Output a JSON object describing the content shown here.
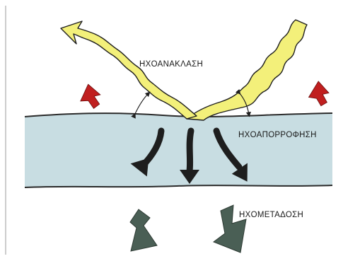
{
  "labels": {
    "reflection": "ΗΧΟΑΝΑΚΛΑΣΗ",
    "absorption": "ΗΧΟΑΠΟΡΡΟΦΗΣΗ",
    "transmission": "ΗΧΟΜΕΤΑΔΟΣΗ"
  },
  "colors": {
    "wave_fill": "#f3f07a",
    "wave_stroke": "#1f1f1f",
    "material": "#c8dde2",
    "material_edge": "#2a2a2a",
    "reflection_arrows": "#c01f1f",
    "absorption_arrows": "#1e1e1e",
    "transmission_arrows": "#4a5f55",
    "page_border": "#9a9a9a"
  },
  "icons": {
    "reflected_wave": "zigzag-arrow-icon",
    "incoming_wave": "zigzag-band-icon",
    "reflection_indicator": "red-arrow-icon",
    "absorption_indicator": "black-curved-arrow-icon",
    "transmission_indicator": "green-arrow-icon",
    "angle_marker": "double-headed-arc-icon"
  }
}
